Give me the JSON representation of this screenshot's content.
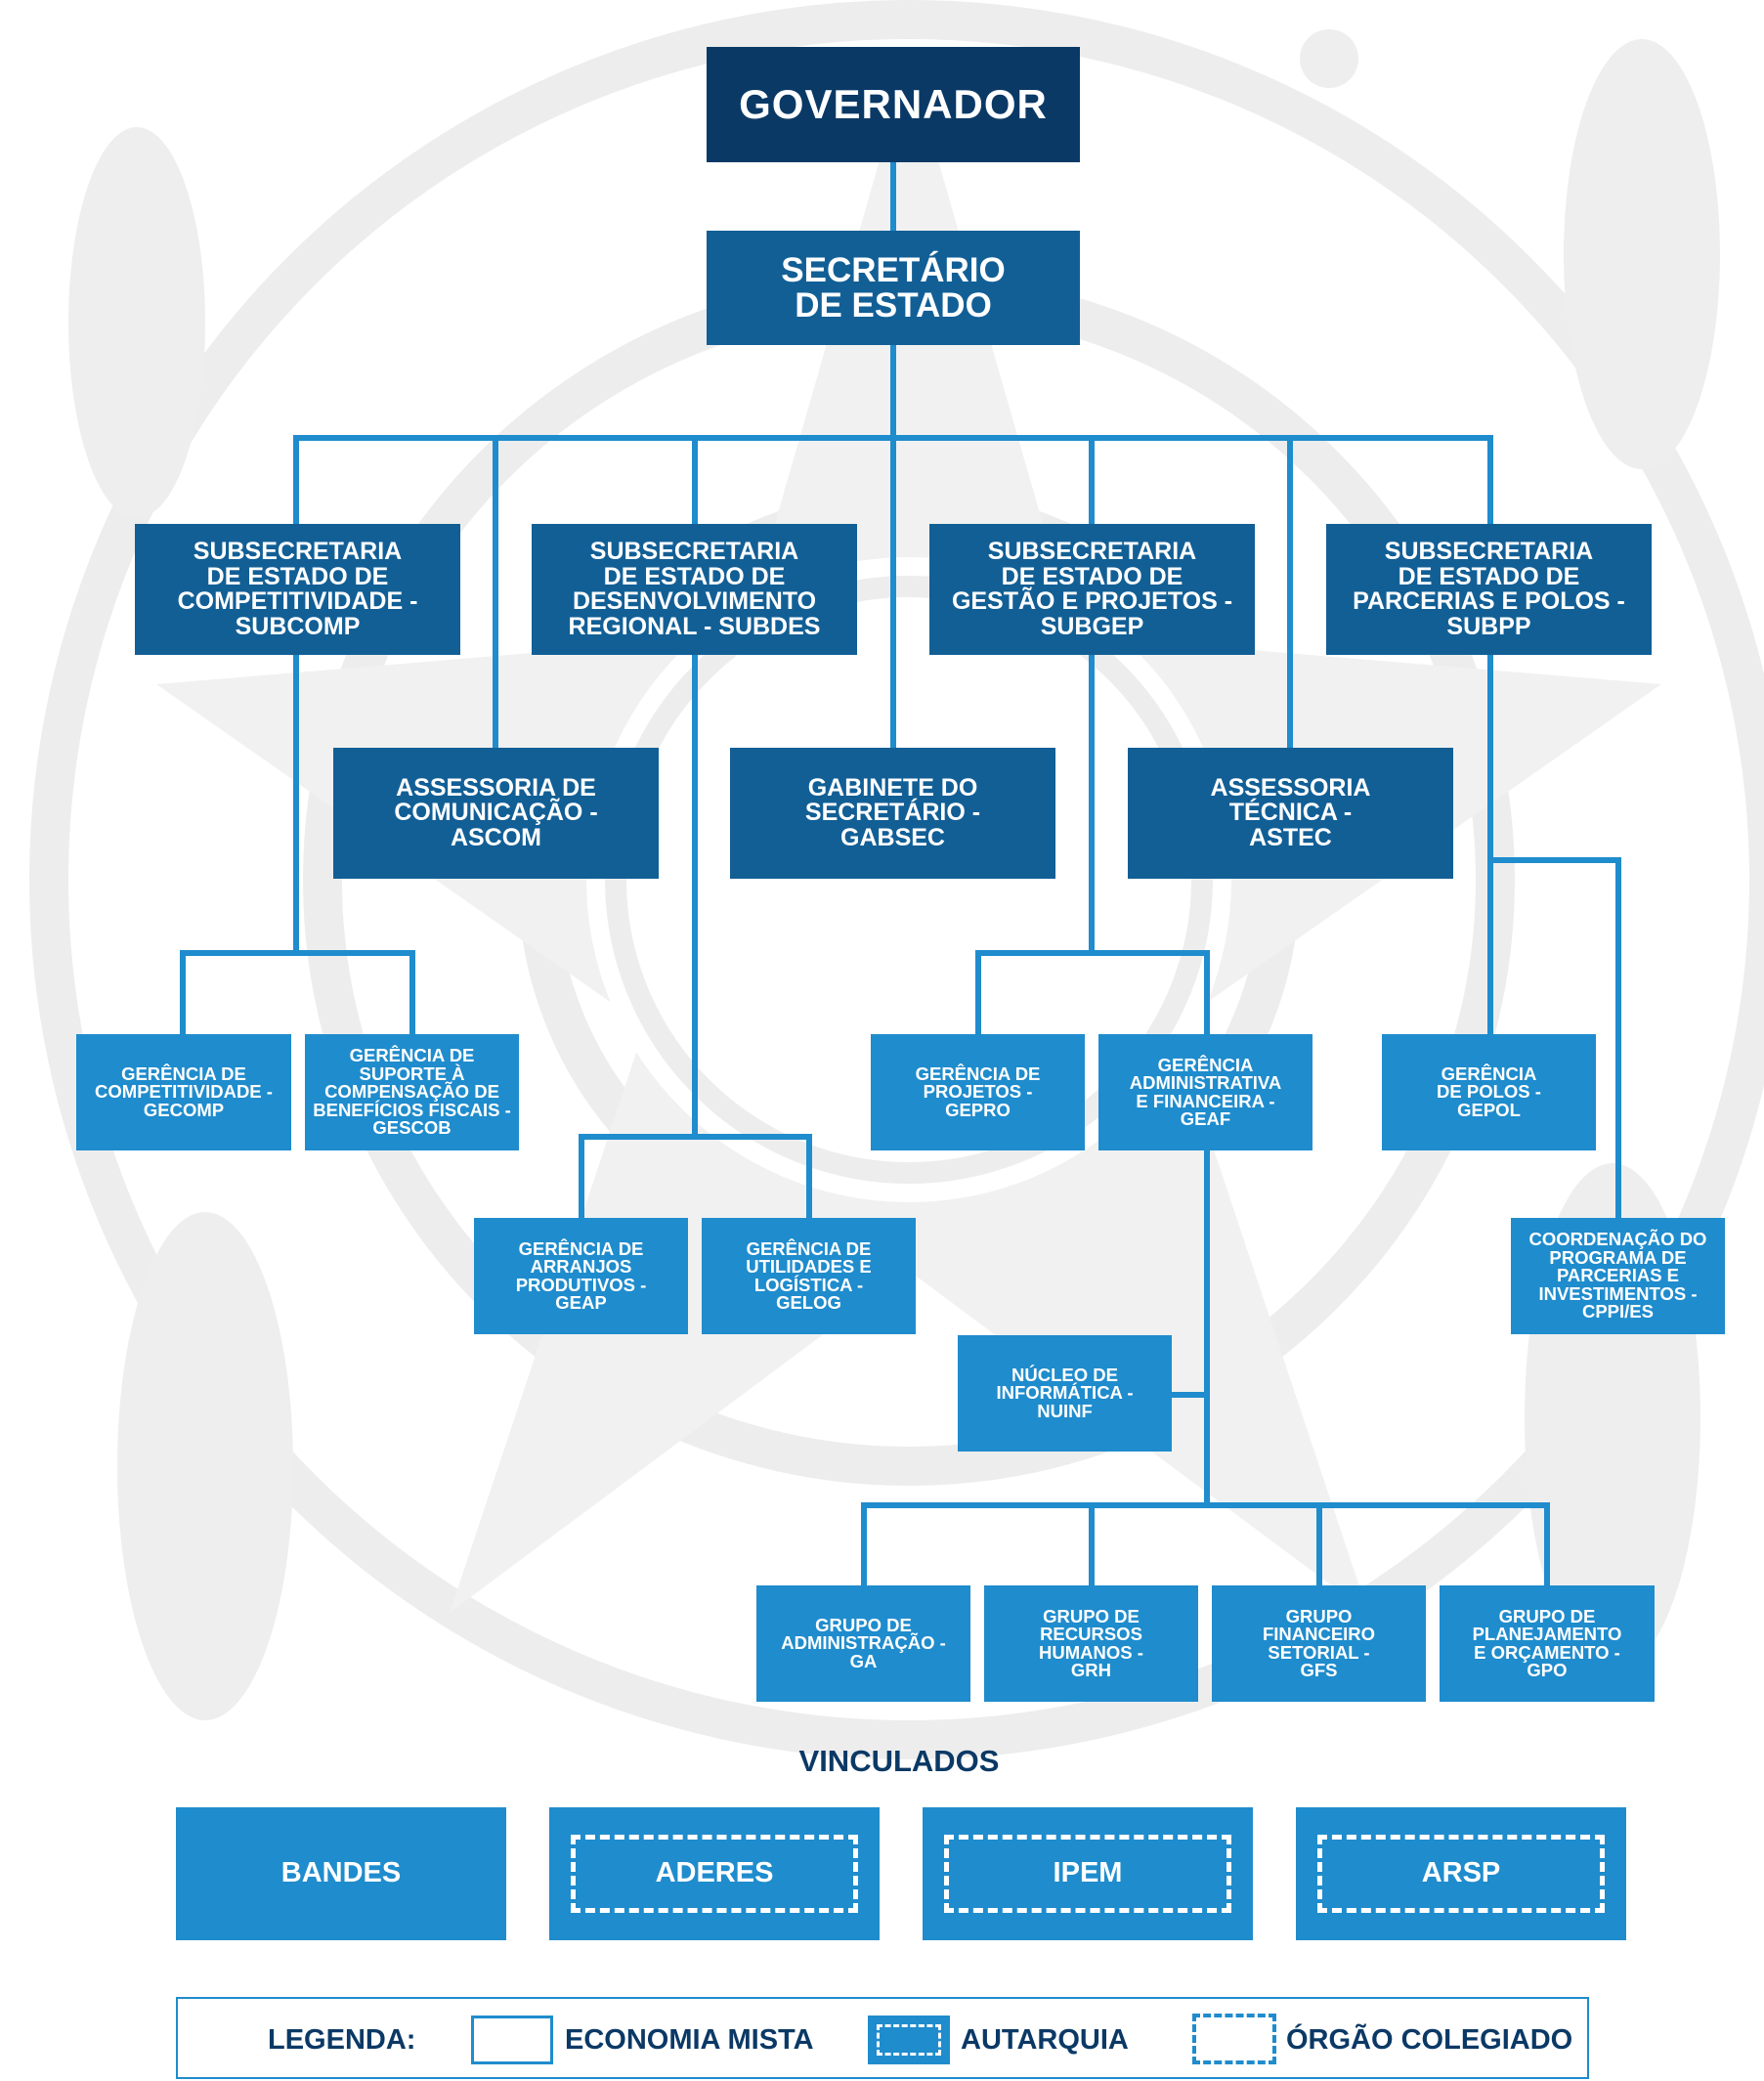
{
  "colors": {
    "dark": "#0b3966",
    "medium": "#125f96",
    "light": "#1f8ccd",
    "line": "#1f8ccd",
    "watermark": "#ededed"
  },
  "org": {
    "governador": "GOVERNADOR",
    "secretario": "SECRETÁRIO\nDE ESTADO",
    "subcomp": "SUBSECRETARIA\nDE ESTADO DE\nCOMPETITIVIDADE -\nSUBCOMP",
    "subdes": "SUBSECRETARIA\nDE ESTADO DE\nDESENVOLVIMENTO\nREGIONAL - SUBDES",
    "subgep": "SUBSECRETARIA\nDE ESTADO DE\nGESTÃO E PROJETOS -\nSUBGEP",
    "subpp": "SUBSECRETARIA\nDE ESTADO DE\nPARCERIAS E POLOS -\nSUBPP",
    "ascom": "ASSESSORIA DE\nCOMUNICAÇÃO -\nASCOM",
    "gabsec": "GABINETE DO\nSECRETÁRIO -\nGABSEC",
    "astec": "ASSESSORIA\nTÉCNICA -\nASTEC",
    "gecomp": "GERÊNCIA DE\nCOMPETITIVIDADE -\nGECOMP",
    "gescob": "GERÊNCIA DE\nSUPORTE À\nCOMPENSAÇÃO DE\nBENEFÍCIOS FISCAIS -\nGESCOB",
    "gepro": "GERÊNCIA DE\nPROJETOS -\nGEPRO",
    "geaf": "GERÊNCIA\nADMINISTRATIVA\nE FINANCEIRA -\nGEAF",
    "gepol": "GERÊNCIA\nDE POLOS -\nGEPOL",
    "geap": "GERÊNCIA DE\nARRANJOS\nPRODUTIVOS -\nGEAP",
    "gelog": "GERÊNCIA DE\nUTILIDADES E\nLOGÍSTICA -\nGELOG",
    "cppi": "COORDENAÇÃO DO\nPROGRAMA DE\nPARCERIAS E\nINVESTIMENTOS -\nCPPI/ES",
    "nuinf": "NÚCLEO DE\nINFORMÁTICA -\nNUINF",
    "ga": "GRUPO DE\nADMINISTRAÇÃO -\nGA",
    "grh": "GRUPO DE\nRECURSOS\nHUMANOS -\nGRH",
    "gfs": "GRUPO\nFINANCEIRO\nSETORIAL -\nGFS",
    "gpo": "GRUPO DE\nPLANEJAMENTO\nE ORÇAMENTO -\nGPO"
  },
  "vinculados": {
    "title": "VINCULADOS",
    "bandes": "BANDES",
    "aderes": "ADERES",
    "ipem": "IPEM",
    "arsp": "ARSP"
  },
  "legend": {
    "title": "LEGENDA:",
    "economia_mista": "ECONOMIA MISTA",
    "autarquia": "AUTARQUIA",
    "orgao_colegiado": "ÓRGÃO COLEGIADO"
  }
}
